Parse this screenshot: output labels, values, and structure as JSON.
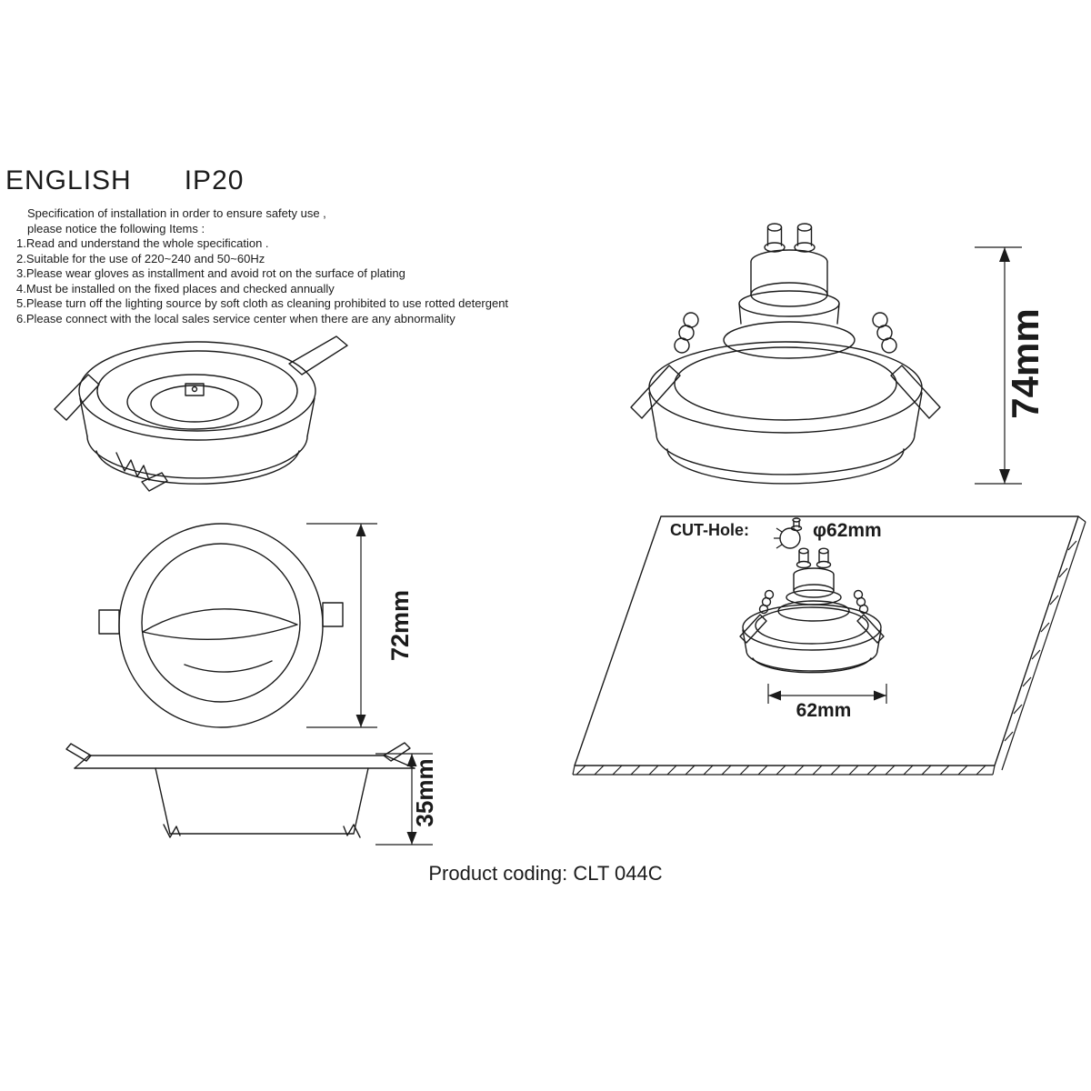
{
  "header": {
    "language": "ENGLISH",
    "ip_rating": "IP20"
  },
  "spec": {
    "intro_line1": "Specification of installation in order to ensure safety use ,",
    "intro_line2": "please notice the following Items :",
    "items": [
      "1.Read and understand the whole specification .",
      "2.Suitable for the use of 220~240 and 50~60Hz",
      "3.Please wear gloves as installment and avoid rot on the surface of plating",
      "4.Must be installed on the fixed places and checked annually",
      "5.Please turn off the lighting source by soft cloth as cleaning prohibited to use rotted detergent",
      "6.Please connect with the local sales service center when there are any abnormality"
    ]
  },
  "dimensions": {
    "fixture_height": "74mm",
    "top_diameter": "72mm",
    "side_height": "35mm",
    "cut_hole_width": "62mm",
    "cut_hole_diameter": "φ62mm"
  },
  "cut_hole": {
    "label": "CUT-Hole:"
  },
  "footer": {
    "product_coding": "Product coding: CLT 044C"
  },
  "colors": {
    "line": "#1b1b1b",
    "background": "#ffffff"
  }
}
